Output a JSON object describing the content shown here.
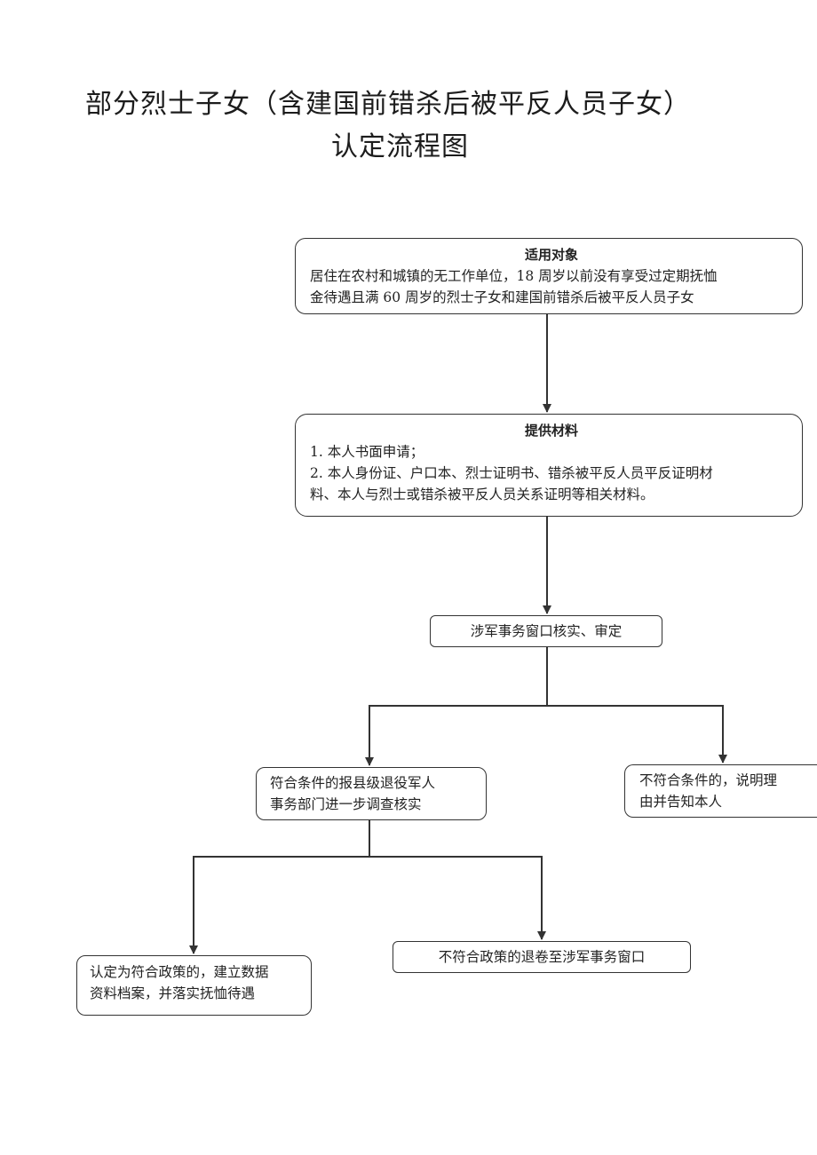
{
  "title": {
    "line1": "部分烈士子女（含建国前错杀后被平反人员子女）",
    "line2": "认定流程图"
  },
  "flow": {
    "scope": {
      "heading": "适用对象",
      "lines": [
        "居住在农村和城镇的无工作单位，18 周岁以前没有享受过定期抚恤",
        "金待遇且满 60 周岁的烈士子女和建国前错杀后被平反人员子女"
      ]
    },
    "materials": {
      "heading": "提供材料",
      "lines": [
        "1. 本人书面申请；",
        "2. 本人身份证、户口本、烈士证明书、错杀被平反人员平反证明材",
        "料、本人与烈士或错杀被平反人员关系证明等相关材料。"
      ]
    },
    "review": {
      "text": "涉军事务窗口核实、审定"
    },
    "qualified": {
      "lines": [
        "符合条件的报县级退役军人",
        "事务部门进一步调查核实"
      ]
    },
    "unqualified": {
      "lines": [
        "不符合条件的，说明理",
        "由并告知本人"
      ]
    },
    "confirmed": {
      "lines": [
        "认定为符合政策的，建立数据",
        "资料档案，并落实抚恤待遇"
      ]
    },
    "returned": {
      "text": "不符合政策的退卷至涉军事务窗口"
    }
  },
  "colors": {
    "line": "#333333",
    "text": "#1c1c1c",
    "background": "#ffffff"
  }
}
